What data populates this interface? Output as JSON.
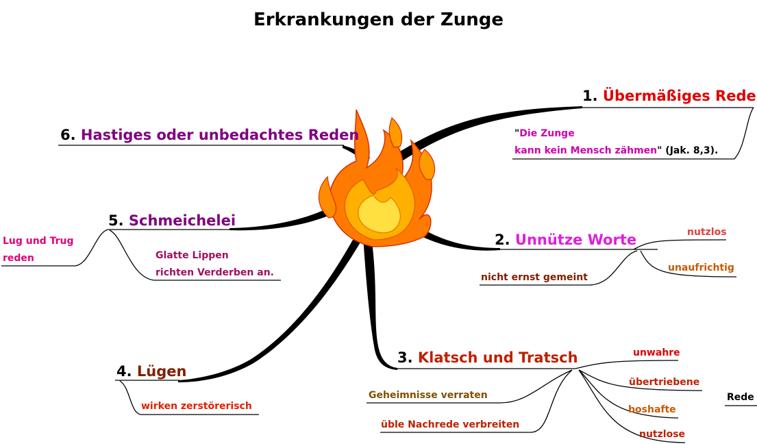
{
  "title": "Erkrankungen der Zunge",
  "colors": {
    "black": "#000000",
    "red": "#e00000",
    "magenta": "#e020d8",
    "purple": "#800080",
    "brownred": "#c02000",
    "orange": "#c85a00",
    "pink": "#e0007a",
    "flame_outer": "#ff7a00",
    "flame_inner": "#ffd400"
  },
  "icons": {
    "center": "fire-icon"
  },
  "branches": {
    "b1": {
      "number": "1.",
      "label": "Übermäßiges Reden",
      "quote_open": "\"",
      "quote_line1": "Die Zunge",
      "quote_line2": "kann kein Mensch zähmen",
      "quote_close": "\"",
      "ref": " (Jak. 8,3)."
    },
    "b2": {
      "number": "2.",
      "label": "Unnütze Worte",
      "sub": [
        "nutzlos",
        "unaufrichtig",
        "nicht ernst gemeint"
      ]
    },
    "b3": {
      "number": "3.",
      "label": "Klatsch und Tratsch",
      "sub_left": [
        "Geheimnisse verraten",
        "üble Nachrede verbreiten"
      ],
      "sub_right": [
        "unwahre",
        "übertriebene",
        "boshafte",
        "nutzlose"
      ],
      "extra": "Rede"
    },
    "b4": {
      "number": "4.",
      "label": "Lügen",
      "sub": [
        "wirken zerstörerisch"
      ]
    },
    "b5": {
      "number": "5.",
      "label": "Schmeichelei",
      "left_line1": "Lug und Trug",
      "left_line2": "reden",
      "right_line1": "Glatte Lippen",
      "right_line2": "richten Verderben an."
    },
    "b6": {
      "number": "6.",
      "label": "Hastiges oder unbedachtes Reden"
    }
  }
}
